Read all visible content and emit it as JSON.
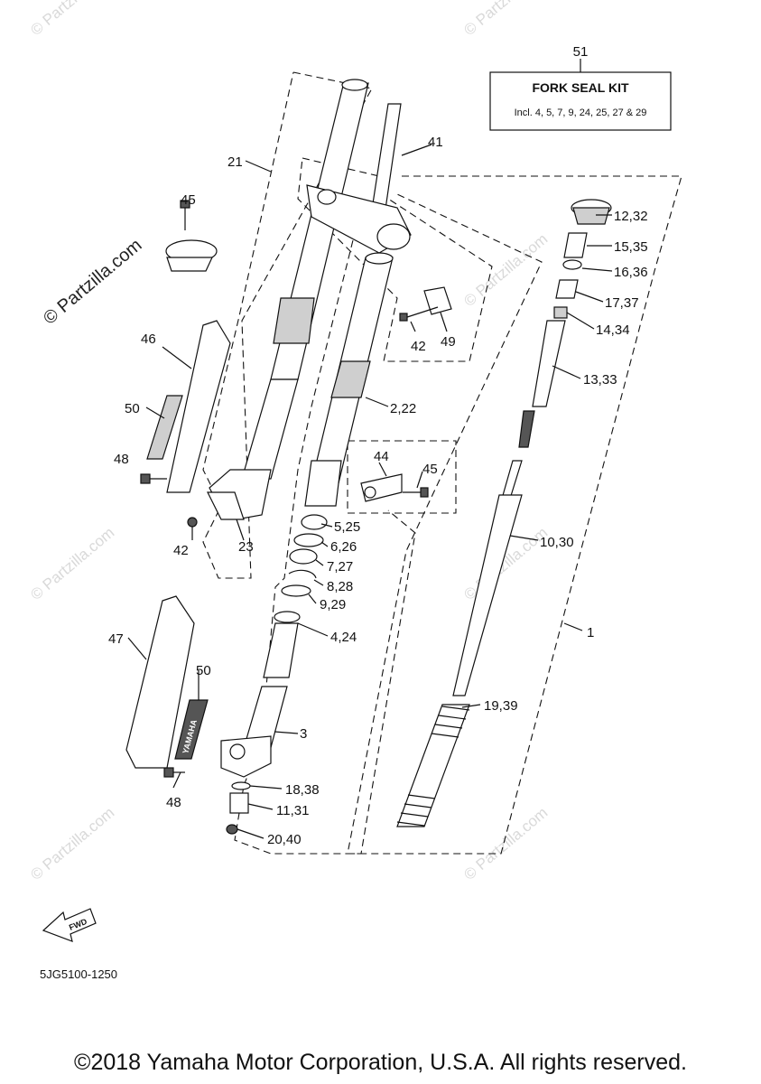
{
  "kit": {
    "number": "51",
    "title": "FORK SEAL KIT",
    "subtitle": "Incl. 4, 5, 7, 9, 24, 25, 27 & 29"
  },
  "labels": {
    "l1": "1",
    "l2_22": "2,22",
    "l3": "3",
    "l4_24": "4,24",
    "l5_25": "5,25",
    "l6_26": "6,26",
    "l7_27": "7,27",
    "l8_28": "8,28",
    "l9_29": "9,29",
    "l10_30": "10,30",
    "l11_31": "11,31",
    "l12_32": "12,32",
    "l13_33": "13,33",
    "l14_34": "14,34",
    "l15_35": "15,35",
    "l16_36": "16,36",
    "l17_37": "17,37",
    "l18_38": "18,38",
    "l19_39": "19,39",
    "l20_40": "20,40",
    "l21": "21",
    "l23": "23",
    "l41": "41",
    "l42a": "42",
    "l42b": "42",
    "l44": "44",
    "l45a": "45",
    "l45b": "45",
    "l46": "46",
    "l47": "47",
    "l48a": "48",
    "l48b": "48",
    "l49": "49",
    "l50a": "50",
    "l50b": "50"
  },
  "watermark": {
    "brand": "© Partzilla.com",
    "faint": "© Partzilla.com"
  },
  "decal_text": "YAMAHA",
  "fwd_text": "FWD",
  "diagram_code": "5JG5100-1250",
  "copyright": "©2018 Yamaha Motor Corporation, U.S.A. All rights reserved."
}
